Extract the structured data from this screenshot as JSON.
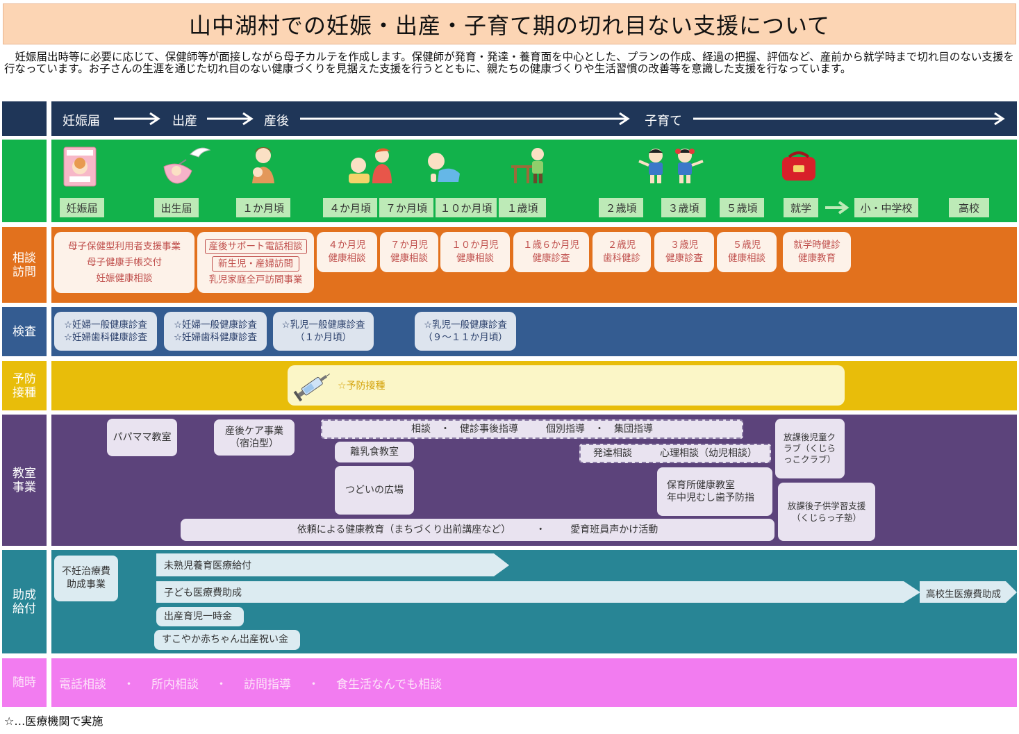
{
  "title": "山中湖村での妊娠・出産・子育て期の切れ目ない支援について",
  "intro": "　妊娠届出時等に必要に応じて、保健師等が面接しながら母子カルテを作成します。保健師が発育・発達・養育面を中心とした、プランの作成、経過の把握、評価など、産前から就学時まで切れ目のない支援を行なっています。お子さんの生涯を通じた切れ目のない健康づくりを見据えた支援を行うとともに、親たちの健康づくりや生活習慣の改善等を意識した支援を行なっています。",
  "timeline": [
    "妊娠届",
    "出産",
    "産後",
    "子育て"
  ],
  "illustration_tags": [
    "妊娠届",
    "出生届",
    "１か月頃",
    "４か月頃",
    "７か月頃",
    "１０か月頃",
    "１歳頃",
    "２歳頃",
    "３歳頃",
    "５歳頃",
    "就学",
    "小・中学校",
    "高校"
  ],
  "icons": [
    "mother-child-handbook-icon",
    "stork-baby-icon",
    "mother-baby-icon",
    "baby-feeding-icon",
    "crawling-baby-icon",
    "standing-toddler-icon",
    "two-children-icon",
    "school-bag-icon",
    "syringe-icon",
    "arrow-right-icon"
  ],
  "rows": {
    "soudan": {
      "label": [
        "相談",
        "訪問"
      ],
      "box1": [
        "母子保健型利用者支援事業",
        "母子健康手帳交付",
        "妊娠健康相談"
      ],
      "box2_boxed": [
        "産後サポート電話相談",
        "新生児・産婦訪問"
      ],
      "box2_plain": "乳児家庭全戸訪問事業",
      "items": [
        [
          "４か月児",
          "健康相談"
        ],
        [
          "７か月児",
          "健康相談"
        ],
        [
          "１０か月児",
          "健康相談"
        ],
        [
          "１歳６か月児",
          "健康診査"
        ],
        [
          "２歳児",
          "歯科健診"
        ],
        [
          "３歳児",
          "健康診査"
        ],
        [
          "５歳児",
          "健康相談"
        ],
        [
          "就学時健診",
          "健康教育"
        ]
      ]
    },
    "kensa": {
      "label": "検査",
      "items": [
        [
          "☆妊婦一般健康診査",
          "☆妊婦歯科健康診査"
        ],
        [
          "☆妊婦一般健康診査",
          "☆妊婦歯科健康診査"
        ],
        [
          "☆乳児一般健康診査",
          "（１か月頃）"
        ],
        [
          "☆乳児一般健康診査",
          "（９～１１か月頃）"
        ]
      ]
    },
    "yobou": {
      "label": [
        "予防",
        "接種"
      ],
      "text": "☆予防接種"
    },
    "kyoushitsu": {
      "label": [
        "教室",
        "事業"
      ],
      "papamama": "パパママ教室",
      "sango_care": [
        "産後ケア事業",
        "（宿泊型）"
      ],
      "soudan_line": [
        "相談",
        "・",
        "健診事後指導",
        "個別指導",
        "・",
        "集団指導"
      ],
      "rinyu": "離乳食教室",
      "hattatsu": [
        "発達相談",
        "心理相談（幼児相談）"
      ],
      "tsudoi": "つどいの広場",
      "hoikusho": [
        "保育所健康教室",
        "年中児むし歯予防指"
      ],
      "houkago_club": "放課後児童クラブ（くじらっこクラブ）",
      "houkago_juku": [
        "放課後子供学習支援",
        "（くじらっ子塾）"
      ],
      "irai": [
        "依頼による健康教育（まちづくり出前講座など）",
        "・",
        "愛育班員声かけ活動"
      ]
    },
    "josei": {
      "label": [
        "助成",
        "給付"
      ],
      "funin": [
        "不妊治療費",
        "助成事業"
      ],
      "mijuku": "未熟児養育医療給付",
      "kodomo": "子ども医療費助成",
      "koukou": "高校生医療費助成",
      "shussan": "出産育児一時金",
      "sukoyaka": "すこやか赤ちゃん出産祝い金"
    },
    "zuiji": {
      "label": "随時",
      "items": [
        "電話相談",
        "・",
        "所内相談",
        "・",
        "訪問指導",
        "・",
        "食生活なんでも相談"
      ]
    }
  },
  "footnote": "☆…医療機関で実施",
  "colors": {
    "navy": "#1f3658",
    "green": "#12b24b",
    "orange": "#e2711d",
    "blue": "#345c91",
    "yellow": "#e8bd0a",
    "purple": "#5c437b",
    "teal": "#288595",
    "pink": "#f27cf0"
  }
}
